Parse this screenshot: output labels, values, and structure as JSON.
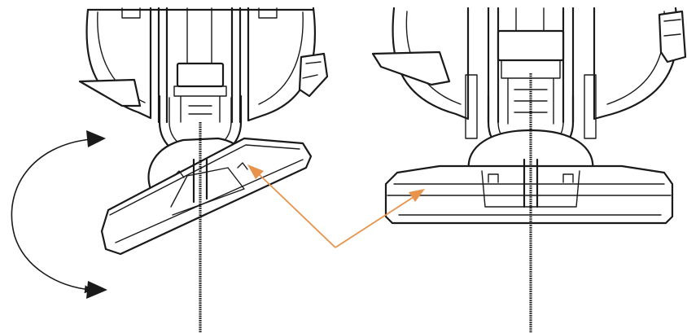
{
  "figure": {
    "panels": [
      {
        "state": "tilted",
        "shoe_angle_deg": -20
      },
      {
        "state": "level",
        "shoe_angle_deg": 0
      }
    ],
    "colors": {
      "outline": "#1a1a1a",
      "pointer_arrow": "#e8934c",
      "background": "#ffffff"
    },
    "icons": {
      "rotation_arrow": "double-headed-curved-arrow",
      "pointer": "orange-pointer-arrows"
    }
  }
}
